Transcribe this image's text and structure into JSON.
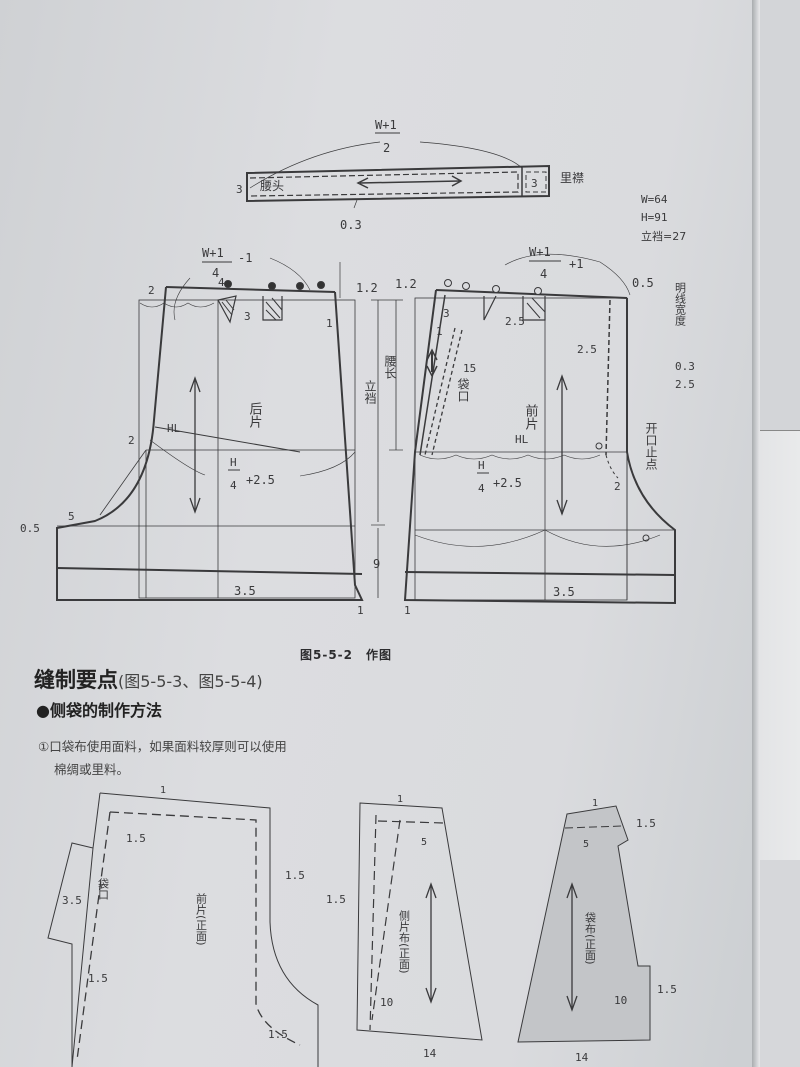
{
  "waistband": {
    "fraction_num": "W+1",
    "fraction_den": "2",
    "label": "腰头",
    "width_left": "3",
    "width_right": "3",
    "fly_label": "里襟",
    "stitch": "0.3"
  },
  "measurements": {
    "w": "W=64",
    "h": "H=91",
    "rise": "立裆=27"
  },
  "back": {
    "title": "后片",
    "waist_num": "W+1",
    "waist_den": "4",
    "waist_suffix": "-1",
    "dart_a": "4",
    "dart_b": "3",
    "left_top": "2",
    "right_top": "1.2",
    "right_down": "1",
    "hl": "HL",
    "hl_offset": "2",
    "hip_num": "H",
    "hip_den": "4",
    "hip_suffix": "+2.5",
    "crotch": "5",
    "crotch_ext": "0.5",
    "hem": "3.5",
    "hem_side": "1"
  },
  "dimensions": {
    "rise": "立裆",
    "hip_depth": "腰长",
    "inseam": "9",
    "top_offset": "1.2"
  },
  "front": {
    "title": "前片",
    "waist_num": "W+1",
    "waist_den": "4",
    "waist_suffix": "+1",
    "top_left": "1.2",
    "pocket_a": "3",
    "pocket_b": "1",
    "dart": "2.5",
    "top_right": "0.5",
    "fly_width": "2.5",
    "pocket_len": "15",
    "pocket_label": "袋口",
    "hl": "HL",
    "hip_num": "H",
    "hip_den": "4",
    "hip_suffix": "+2.5",
    "opening_label": "开口止点",
    "opening": "2",
    "hem": "3.5",
    "hem_side": "1"
  },
  "topstitch": {
    "label": "明线宽度",
    "values": [
      "0.3",
      "2.5"
    ]
  },
  "caption": "图5-5-2　作图",
  "section": {
    "title": "缝制要点",
    "ref": "(图5-5-3、图5-5-4)",
    "subtitle": "●侧袋的制作方法",
    "note_line1": "①口袋布使用面料，如果面料较厚则可以使用",
    "note_line2": "棉绸或里料。"
  },
  "bottom": {
    "front_piece": {
      "label": "前片(正面)",
      "pocket_label": "袋口",
      "top": "1",
      "seam_a": "1.5",
      "seam_b": "1.5",
      "seam_c": "1.5",
      "seam_d": "1.5",
      "pocket_w": "3.5"
    },
    "side_piece": {
      "label": "侧片布(正面)",
      "top": "1",
      "inner": "5",
      "side": "1.5",
      "depth": "10",
      "bottom": "14"
    },
    "pocket_bag": {
      "label": "袋布(正面)",
      "top": "1",
      "inner": "5",
      "side": "1.5",
      "tab": "1.5",
      "depth": "10",
      "bottom": "14"
    }
  },
  "colors": {
    "line": "#3a3a3c",
    "paper": "#dadbde",
    "pocket_fill": "#c3c5c8"
  }
}
